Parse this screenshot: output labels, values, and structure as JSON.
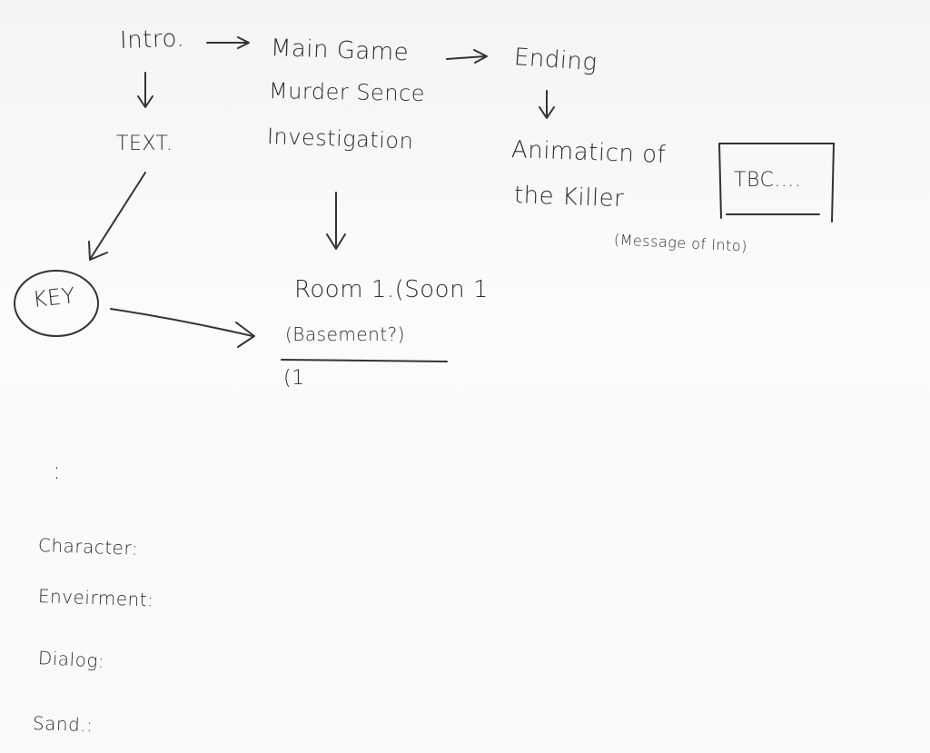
{
  "flow": {
    "intro": "Intro.",
    "main_game": "Main Game",
    "murder_scene": "Murder Sence",
    "investigation": "Investigation",
    "ending": "Ending",
    "text": "TEXT.",
    "key": "KEY",
    "animation_line1": "Animaticn of",
    "animation_line2": "the Killer",
    "tbc": "TBC....",
    "message": "(Message of Into)",
    "room1": "Room 1.(Soon 1",
    "basement": "(Basement?)",
    "c1": "(1"
  },
  "notes": {
    "colon": ":",
    "character": "Character:",
    "environment": "Enveirment:",
    "dialog": "Dialog:",
    "sound": "Sand.:"
  }
}
